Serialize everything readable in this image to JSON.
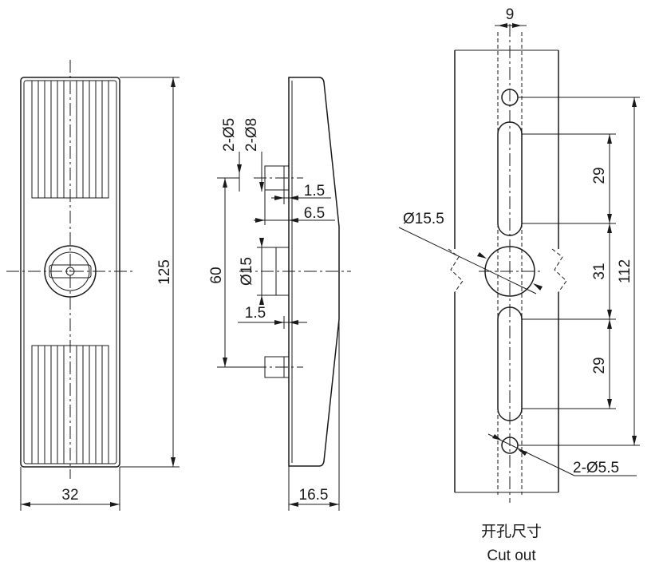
{
  "front_view": {
    "height_label": "125",
    "width_label": "32"
  },
  "side_view": {
    "screw_label_a": "2-Ø5",
    "screw_label_b": "2-Ø8",
    "dim_1_5_top": "1.5",
    "dim_6_5": "6.5",
    "dim_60": "60",
    "dim_15": "Ø15",
    "dim_1_5_bottom": "1.5",
    "depth_label": "16.5"
  },
  "cutout_view": {
    "width_9": "9",
    "hole_15_5": "Ø15.5",
    "slot_upper": "29",
    "mid_spacing": "31",
    "slot_lower": "29",
    "overall_112": "112",
    "small_holes": "2-Ø5.5",
    "caption_cn": "开孔尺寸",
    "caption_en": "Cut out"
  }
}
